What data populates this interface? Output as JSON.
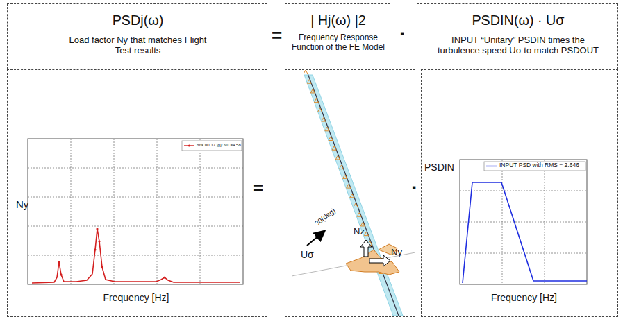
{
  "diagram": {
    "nodes": [
      {
        "text": [
          "PSDj(ω)",
          "Load factor Ny that matches Flight Test results"
        ]
      },
      {
        "text": [
          "| Hj(ω) |2",
          "Frequency Response Function of the FE Model"
        ]
      },
      {
        "text": [
          "PSDIN(ω) · Uσ",
          "INPUT “Unitary” PSDIN times the turbulence speed Uσ to match PSDOUT"
        ]
      },
      {
        "text": [
          "Ny",
          "Frequency [Hz]"
        ]
      },
      {
        "text": [
          "Uσ",
          "30(deg)",
          "Nz",
          "Ny"
        ]
      },
      {
        "text": [
          "PSDIN",
          "Frequency [Hz]"
        ]
      }
    ],
    "labels": [
      "=",
      "·",
      "=",
      "·"
    ],
    "legend": [
      {
        "text": "rms =0.17 [g]/ N0 =4.58"
      },
      {
        "text": "INPUT PSD with RMS = 2.646"
      }
    ]
  }
}
